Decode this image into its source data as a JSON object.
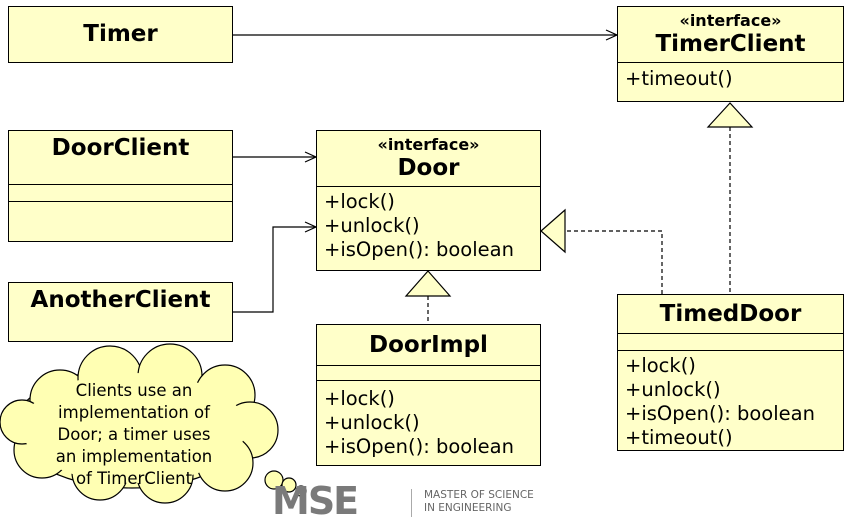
{
  "classes": {
    "timer": {
      "name": "Timer"
    },
    "timer_client": {
      "stereotype": "«interface»",
      "name": "TimerClient",
      "ops": [
        "+timeout()"
      ]
    },
    "door_client": {
      "name": "DoorClient"
    },
    "door": {
      "stereotype": "«interface»",
      "name": "Door",
      "ops": [
        "+lock()",
        "+unlock()",
        "+isOpen(): boolean"
      ]
    },
    "another_client": {
      "name": "AnotherClient"
    },
    "door_impl": {
      "name": "DoorImpl",
      "ops": [
        "+lock()",
        "+unlock()",
        "+isOpen(): boolean"
      ]
    },
    "timed_door": {
      "name": "TimedDoor",
      "ops": [
        "+lock()",
        "+unlock()",
        "+isOpen(): boolean",
        "+timeout()"
      ]
    }
  },
  "note": {
    "lines": [
      "Clients use an",
      "implementation of",
      "Door; a timer uses",
      "an implementation",
      "of TimerClient"
    ]
  },
  "logo": {
    "mark": "MSE",
    "text_line1": "MASTER OF SCIENCE",
    "text_line2": "IN ENGINEERING"
  },
  "colors": {
    "class_fill": "#ffffc9",
    "cloud_fill": "#ffffb3",
    "line": "#000000",
    "logo_red": "#d8232a",
    "logo_grey": "#7a7a7a"
  }
}
